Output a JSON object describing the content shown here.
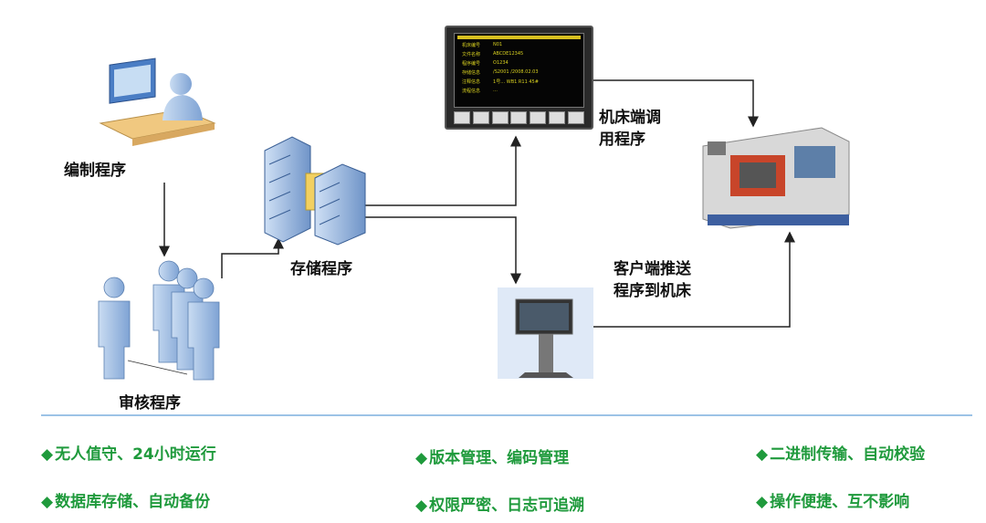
{
  "labels": {
    "compile": "编制程序",
    "review": "审核程序",
    "store": "存储程序",
    "machine_call": [
      "机床端调",
      "用程序"
    ],
    "client_push": [
      "客户端推送",
      "程序到机床"
    ]
  },
  "cnc_screen": {
    "rows": [
      {
        "key": "机床编号",
        "value": "N01"
      },
      {
        "key": "文件名称",
        "value": "ABCDE12345"
      },
      {
        "key": "程序编号",
        "value": "O1234"
      },
      {
        "key": "存储信息",
        "value": "/S2001 /2008.02.03"
      },
      {
        "key": "注释信息",
        "value": "1号… WB1 R11 45#"
      },
      {
        "key": "流程信息",
        "value": "…"
      }
    ]
  },
  "features": [
    [
      "无人值守、24小时运行",
      "版本管理、编码管理",
      "二进制传输、自动校验"
    ],
    [
      "数据库存储、自动备份",
      "权限严密、日志可追溯",
      "操作便捷、互不影响"
    ]
  ],
  "bullet": "◆",
  "colors": {
    "feature_text": "#1f9a3c",
    "divider": "#9cc3e6",
    "arrow": "#222222"
  }
}
